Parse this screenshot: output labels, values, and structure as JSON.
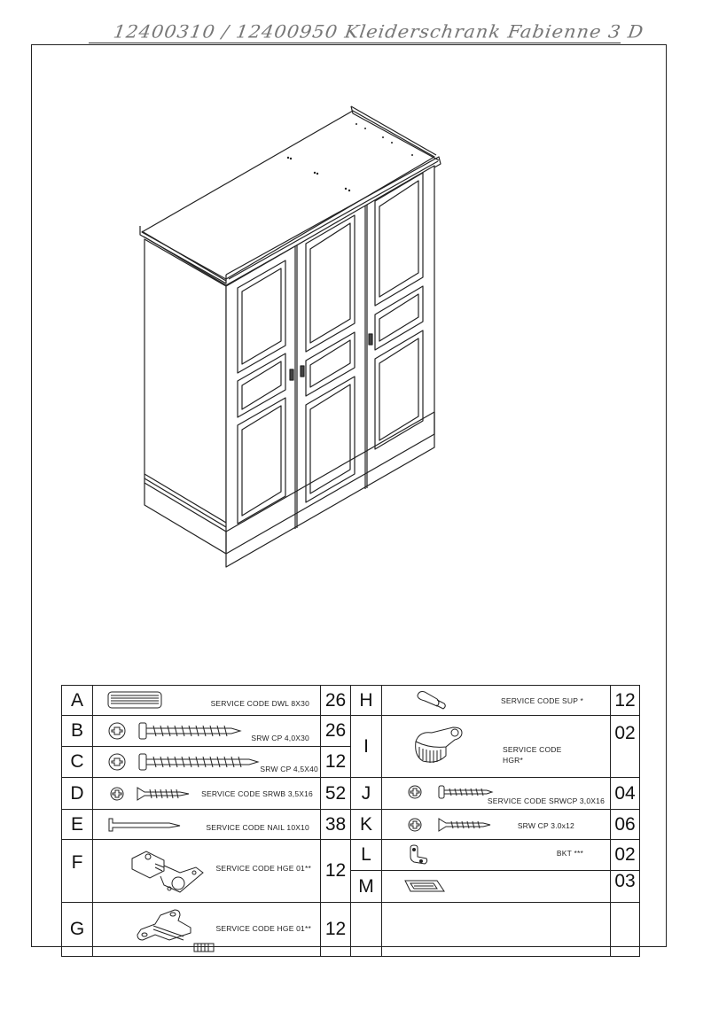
{
  "header": {
    "handwritten_title": "12400310 / 12400950  Kleiderschrank Fabienne 3 D"
  },
  "drawing": {
    "subject": "3-door wardrobe isometric view",
    "door_count": 3
  },
  "parts_table": {
    "left": [
      {
        "letter": "A",
        "icon": "wooden-dowel-icon",
        "label": "SERVICE CODE DWL 8X30",
        "qty": "26"
      },
      {
        "letter": "B",
        "icon": "screw-icon",
        "label": "SRW CP 4,0X30",
        "qty": "26"
      },
      {
        "letter": "C",
        "icon": "screw-icon",
        "label": "SRW CP 4,5X40",
        "qty": "12"
      },
      {
        "letter": "D",
        "icon": "countersunk-screw-icon",
        "label": "SERVICE CODE SRWB 3,5X16",
        "qty": "52"
      },
      {
        "letter": "E",
        "icon": "nail-icon",
        "label": "SERVICE CODE NAIL 10X10",
        "qty": "38"
      },
      {
        "letter": "F",
        "icon": "concealed-hinge-icon",
        "label": "SERVICE CODE HGE 01**",
        "qty": "12"
      },
      {
        "letter": "G",
        "icon": "hinge-mounting-plate-icon",
        "label": "SERVICE CODE HGE 01**",
        "qty": "12"
      }
    ],
    "right": [
      {
        "letter": "H",
        "icon": "shelf-support-pin-icon",
        "label": "SERVICE CODE SUP *",
        "qty": "12"
      },
      {
        "letter": "I",
        "icon": "rail-holder-clip-icon",
        "label": "SERVICE CODE",
        "label2": "HGR*",
        "qty": "02"
      },
      {
        "letter": "J",
        "icon": "screw-icon",
        "label": "SERVICE CODE SRWCP 3,0X16",
        "qty": "04"
      },
      {
        "letter": "K",
        "icon": "countersunk-screw-icon",
        "label": "SRW CP 3.0x12",
        "qty": "06"
      },
      {
        "letter": "L",
        "icon": "angle-bracket-icon",
        "label": "BKT ***",
        "qty": "02"
      },
      {
        "letter": "M",
        "icon": "recessed-handle-icon",
        "label": "",
        "qty": "03"
      },
      {
        "letter": "",
        "icon": "",
        "label": "",
        "qty": ""
      }
    ]
  }
}
